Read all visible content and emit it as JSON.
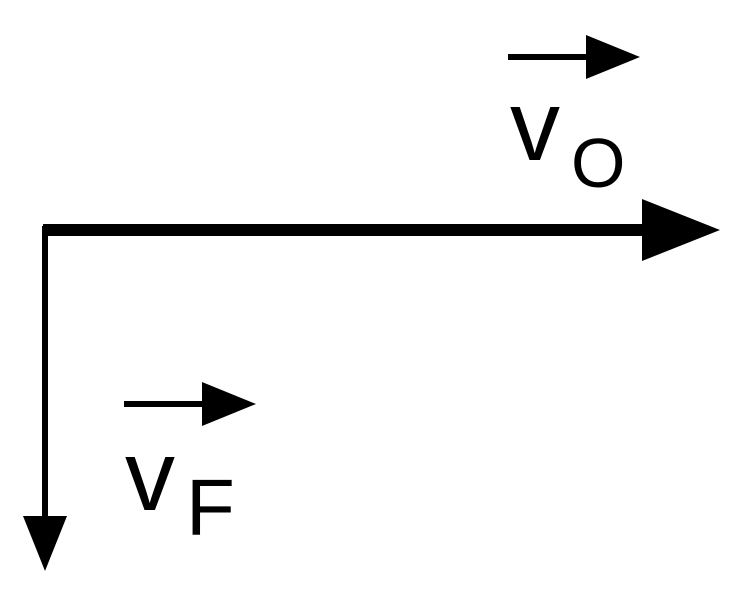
{
  "diagram": {
    "stroke_color": "#000000",
    "background": "#ffffff",
    "vectors": [
      {
        "id": "vo",
        "direction": "horizontal-right",
        "symbol": "v",
        "subscript": "O",
        "has_vector_arrow_overhead": true
      },
      {
        "id": "vf",
        "direction": "vertical-down",
        "symbol": "v",
        "subscript": "F",
        "has_vector_arrow_overhead": true
      }
    ]
  }
}
